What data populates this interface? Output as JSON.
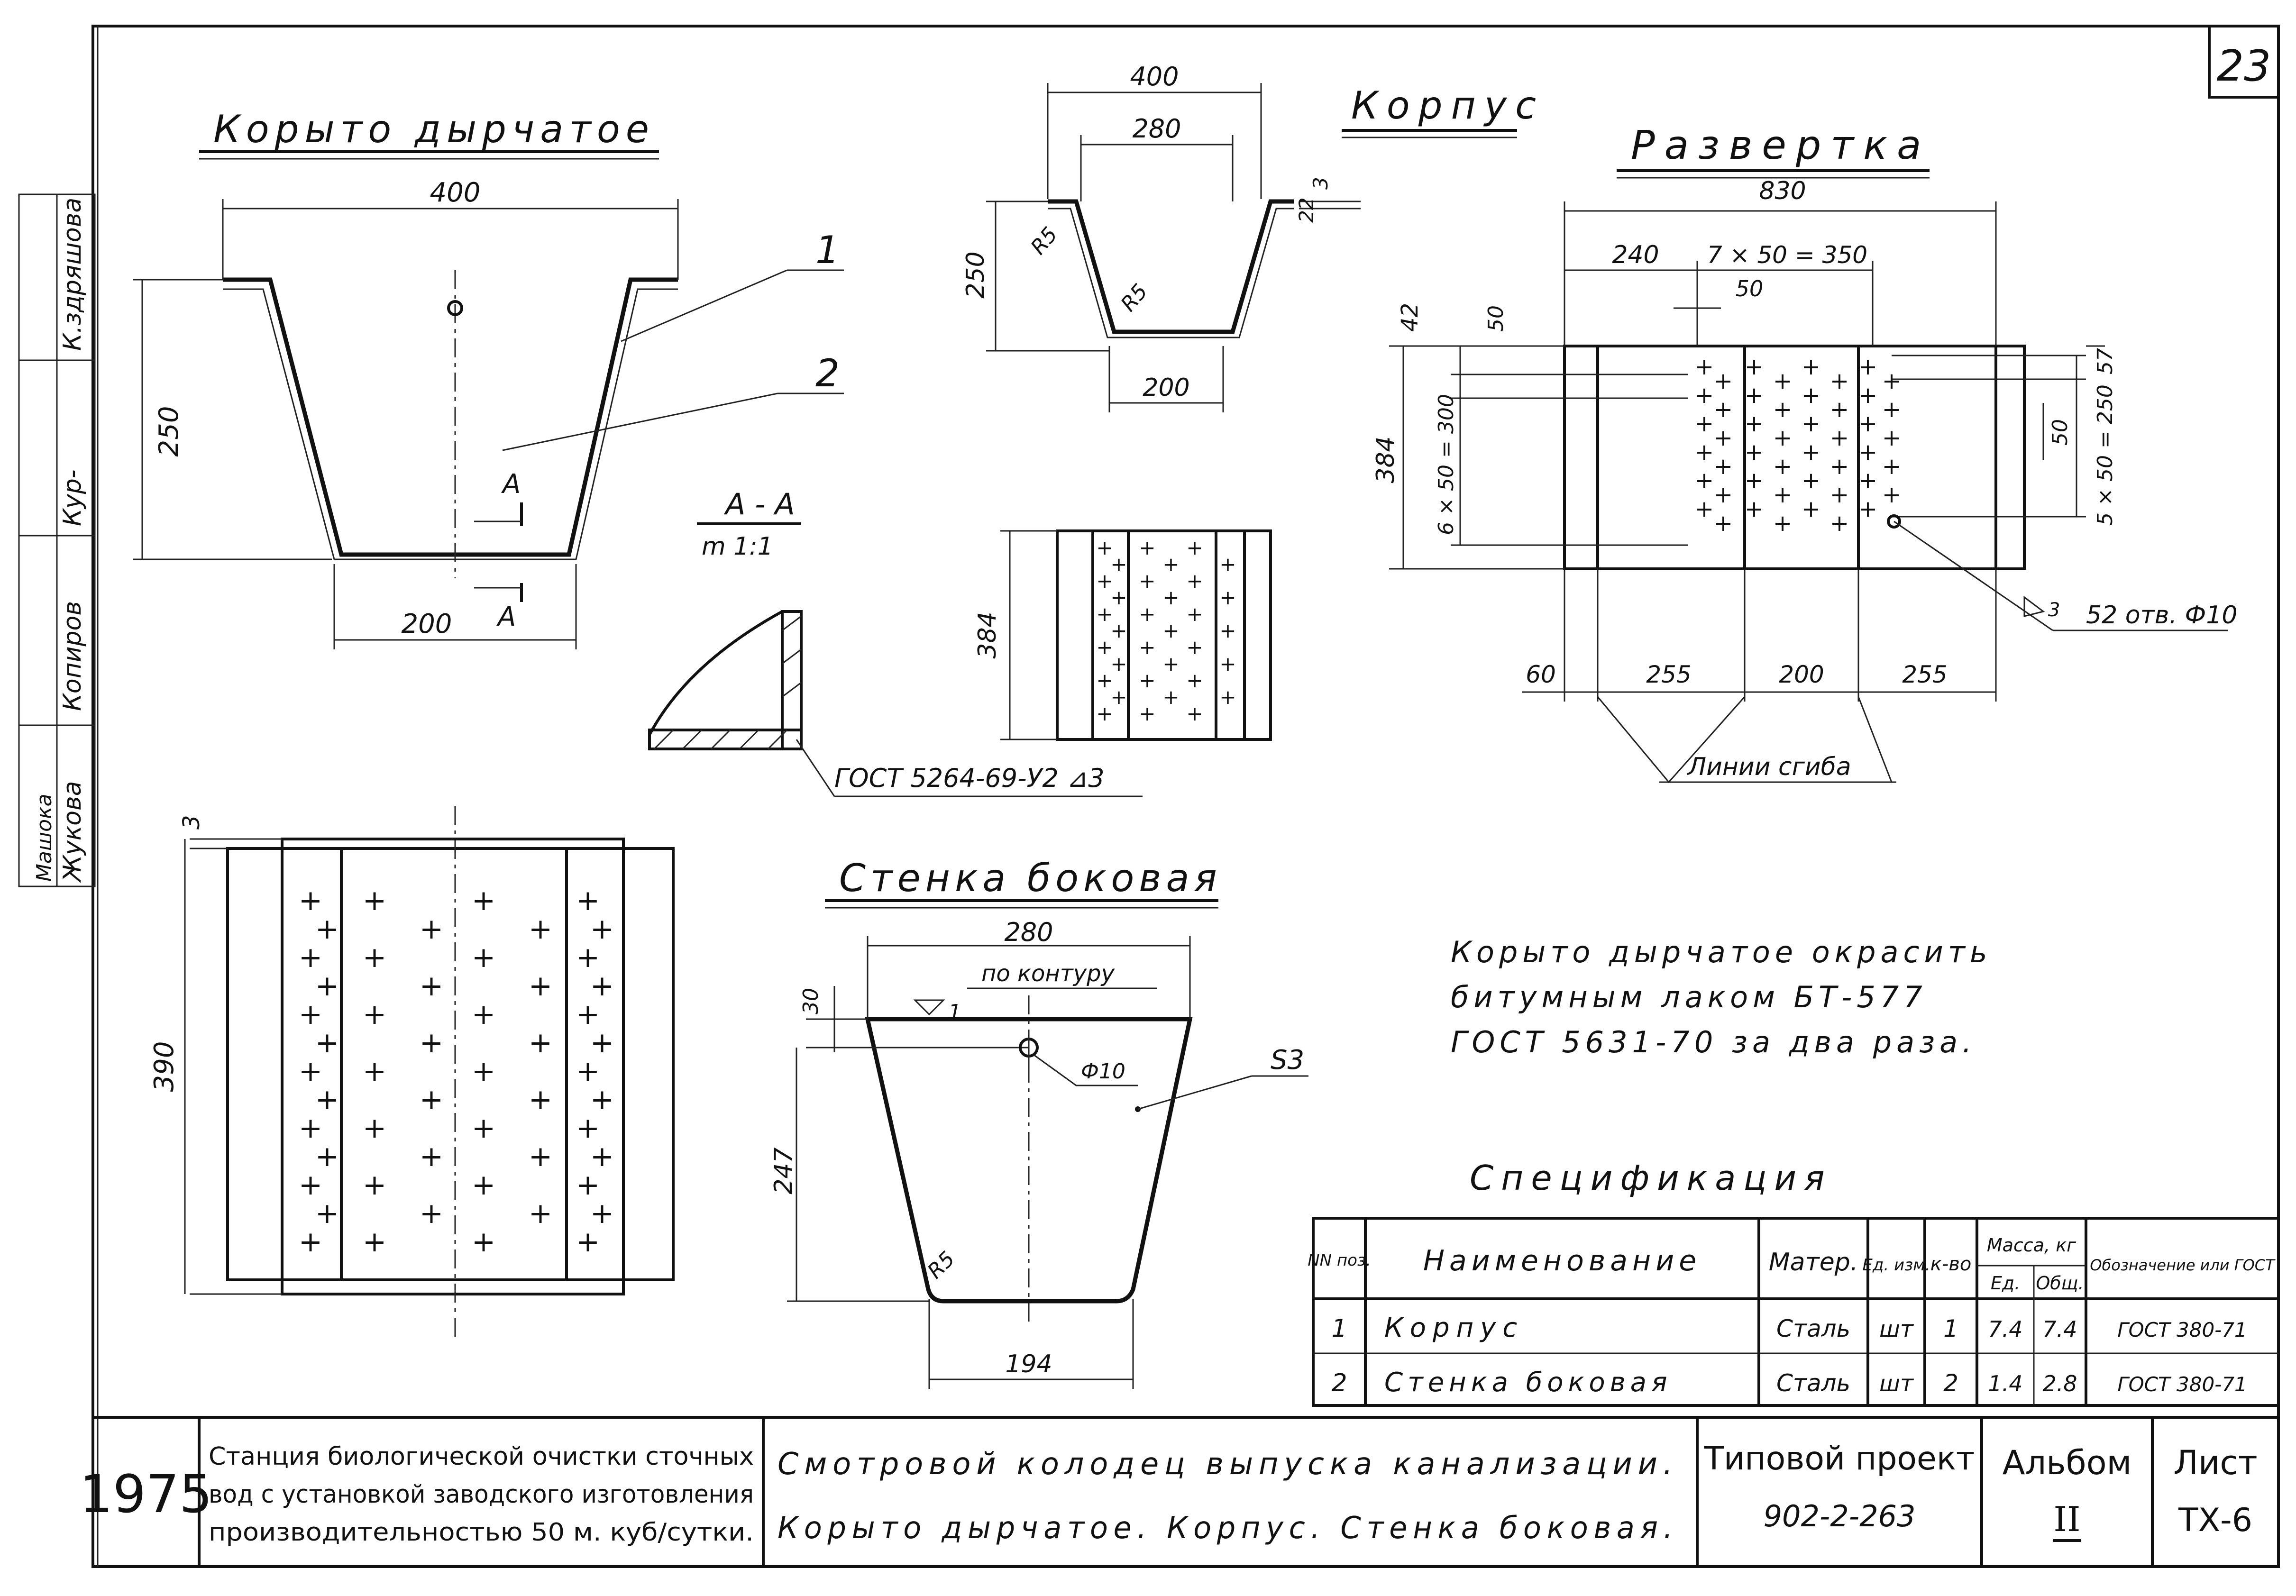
{
  "sheet": {
    "number": "23"
  },
  "side_stamp": {
    "col1": "К.здряшова",
    "col2": "Копиров",
    "col3": "Жукова",
    "col1b": "Кур-",
    "col3b": "Машока"
  },
  "trough": {
    "title": "Корыто дырчатое",
    "dim_top": "400",
    "dim_height": "250",
    "dim_bottom": "200",
    "callout_1": "1",
    "callout_2": "2",
    "section_mark": "A",
    "section_title": "A - A",
    "section_scale": "m 1:1",
    "weld_note": "ГОСТ 5264-69-У2 ⊿3",
    "plan_dim_h": "390",
    "plan_dim_thk": "3"
  },
  "body": {
    "title": "Корпус",
    "dim_top": "400",
    "dim_inner": "280",
    "dim_height": "250",
    "dim_bottom": "200",
    "radius_1": "R5",
    "radius_2": "R5",
    "thk_1": "22",
    "thk_2": "3",
    "view_dim": "384"
  },
  "unfold": {
    "title": "Развертка",
    "dim_total": "830",
    "dim_left": "240",
    "dim_holes": "7 × 50 = 350",
    "dim_step": "50",
    "dim_h": "384",
    "dim_42": "42",
    "dim_50a": "50",
    "dim_vert": "6 × 50 = 300",
    "dim_57": "57",
    "dim_50b": "50",
    "dim_vert2": "5 × 50 = 250",
    "dim_60": "60",
    "dim_255a": "255",
    "dim_200": "200",
    "dim_255b": "255",
    "fold_lines": "Линии сгиба",
    "holes_note": "52 отв. Ф10",
    "holes_mark": "3"
  },
  "end_wall": {
    "title": "Стенка боковая",
    "dim_top": "280",
    "contour": "по контуру",
    "contour_mark": "1",
    "dim_30": "30",
    "hole": "Ф10",
    "thk": "S3",
    "dim_height": "247",
    "radius": "R5",
    "dim_bottom": "194"
  },
  "note": {
    "line1": "Корыто дырчатое окрасить",
    "line2": "битумным лаком БТ-577",
    "line3": "ГОСТ 5631-70 за два раза."
  },
  "spec": {
    "title": "Спецификация",
    "headers": {
      "pos": "NN поз.",
      "name": "Наименование",
      "mat": "Матер.",
      "unit": "Ед. изм.",
      "qty": "к-во",
      "mass": "Масса, кг",
      "mass_unit": "Ед.",
      "mass_total": "Общ.",
      "std": "Обозначение или ГОСТ"
    },
    "rows": [
      {
        "pos": "1",
        "name": "Корпус",
        "mat": "Сталь",
        "unit": "шт",
        "qty": "1",
        "m1": "7.4",
        "m2": "7.4",
        "std": "ГОСТ 380-71"
      },
      {
        "pos": "2",
        "name": "Стенка боковая",
        "mat": "Сталь",
        "unit": "шт",
        "qty": "2",
        "m1": "1.4",
        "m2": "2.8",
        "std": "ГОСТ 380-71"
      }
    ]
  },
  "title_block": {
    "year": "1975",
    "station_1": "Станция биологической очистки сточных",
    "station_2": "вод с установкой заводского изготовления",
    "station_3": "производительностью 50 м. куб/сутки.",
    "drawing_1": "Смотровой колодец выпуска канализации.",
    "drawing_2": "Корыто дырчатое. Корпус. Стенка боковая.",
    "project_label": "Типовой проект",
    "project_code": "902-2-263",
    "album_label": "Альбом",
    "album_no": "II",
    "sheet_label": "Лист",
    "sheet_code": "ТХ-6"
  }
}
